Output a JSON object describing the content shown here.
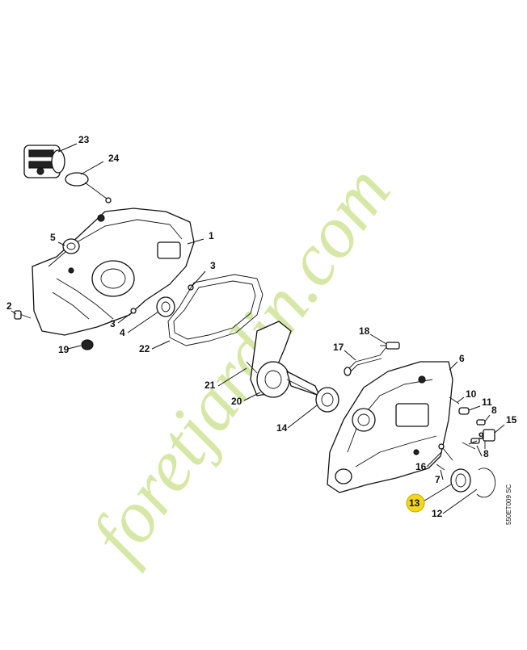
{
  "diagram": {
    "watermark": "foretjardin.com",
    "reference_code": "550ET009 SC",
    "highlighted_part": "13",
    "highlight_color": "#f4d61c",
    "labels": [
      "23",
      "24",
      "1",
      "5",
      "3",
      "2",
      "3",
      "4",
      "19",
      "22",
      "18",
      "17",
      "6",
      "21",
      "20",
      "10",
      "11",
      "8",
      "15",
      "14",
      "9",
      "8",
      "16",
      "7",
      "13",
      "12"
    ]
  }
}
